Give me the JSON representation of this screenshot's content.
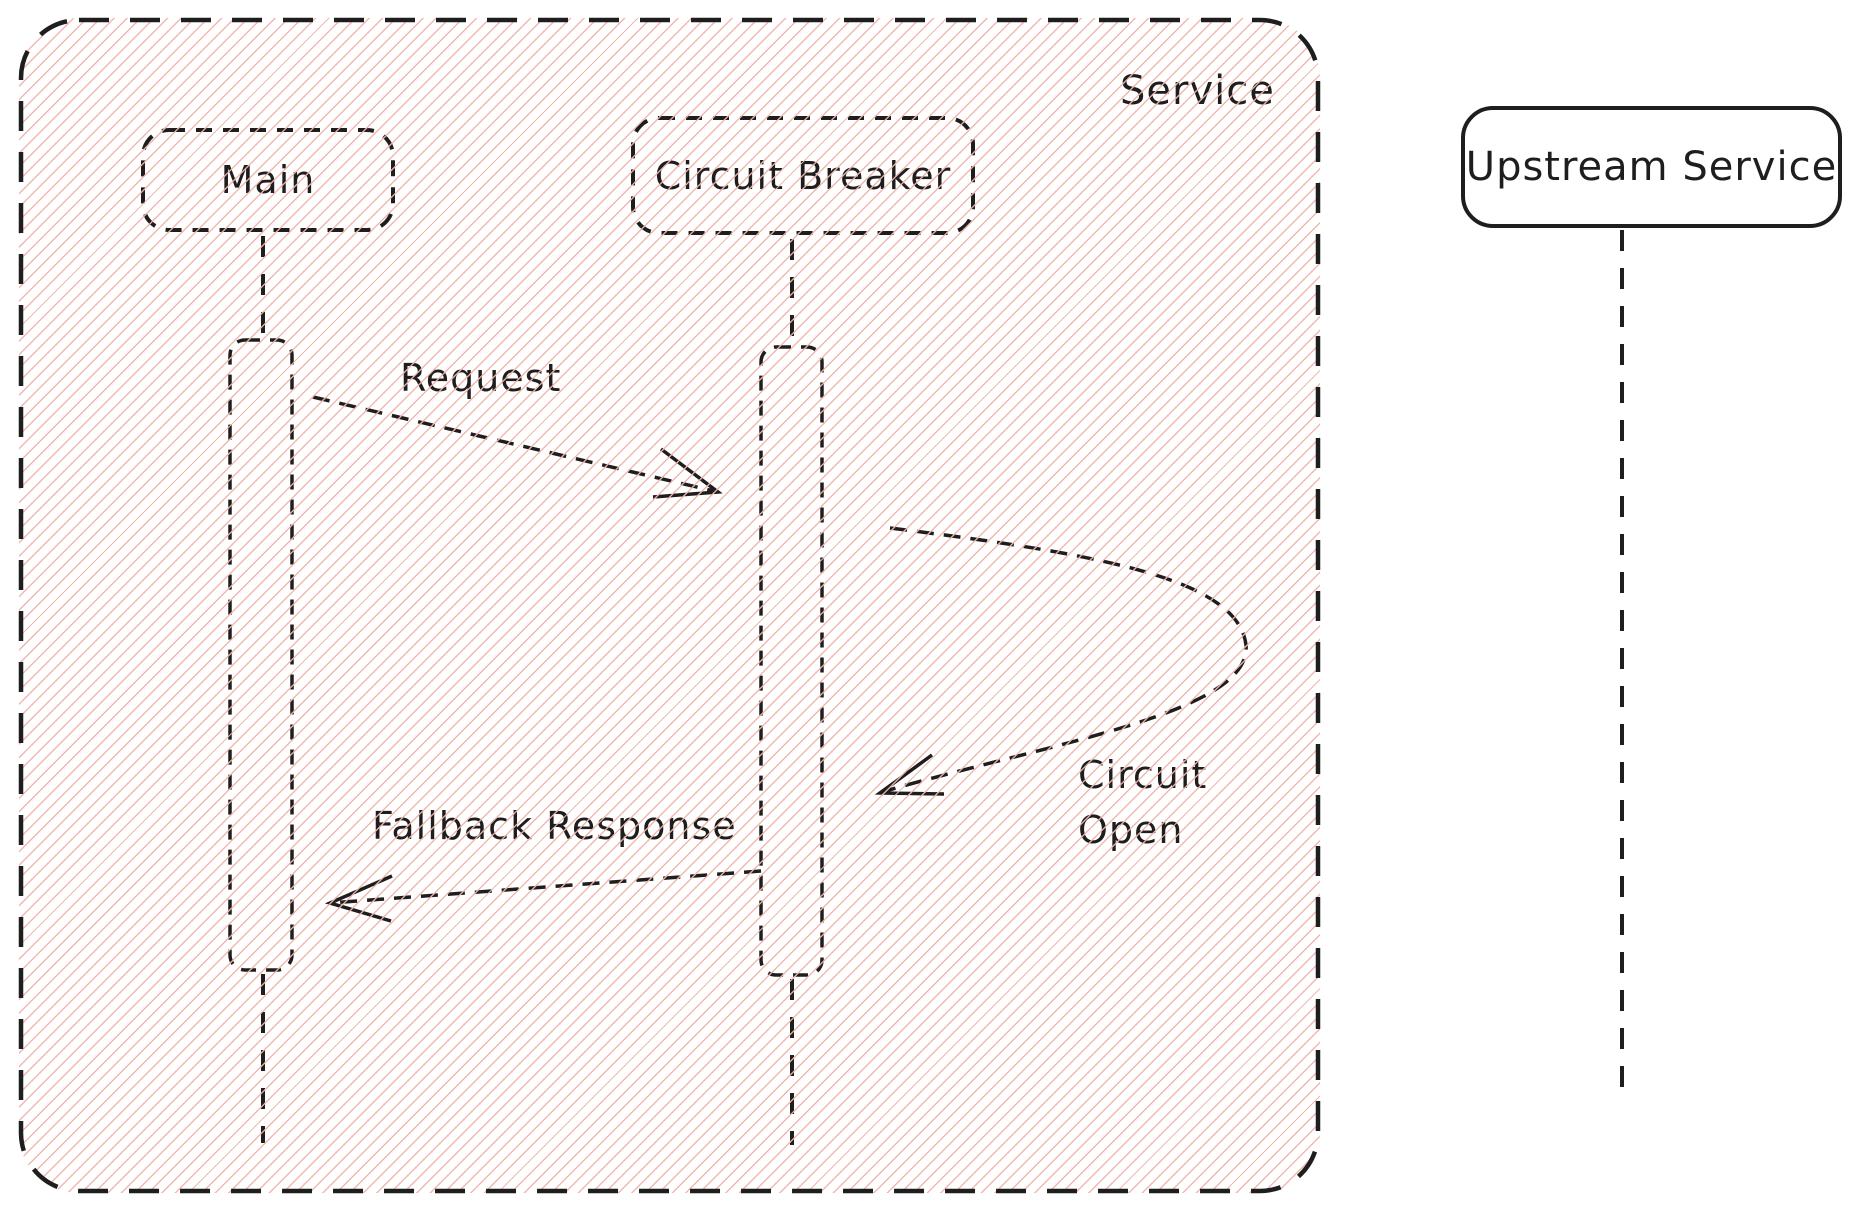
{
  "colors": {
    "stroke": "#1e1e1e",
    "hatch": "#f2b1ab",
    "background": "#ffffff"
  },
  "frame": {
    "label": "Service"
  },
  "actors": [
    {
      "label": "Main"
    },
    {
      "label": "Circuit Breaker"
    },
    {
      "label": "Upstream Service"
    }
  ],
  "messages": [
    {
      "label": "Request"
    },
    {
      "label": "Circuit Open"
    },
    {
      "label": "Fallback Response"
    }
  ]
}
